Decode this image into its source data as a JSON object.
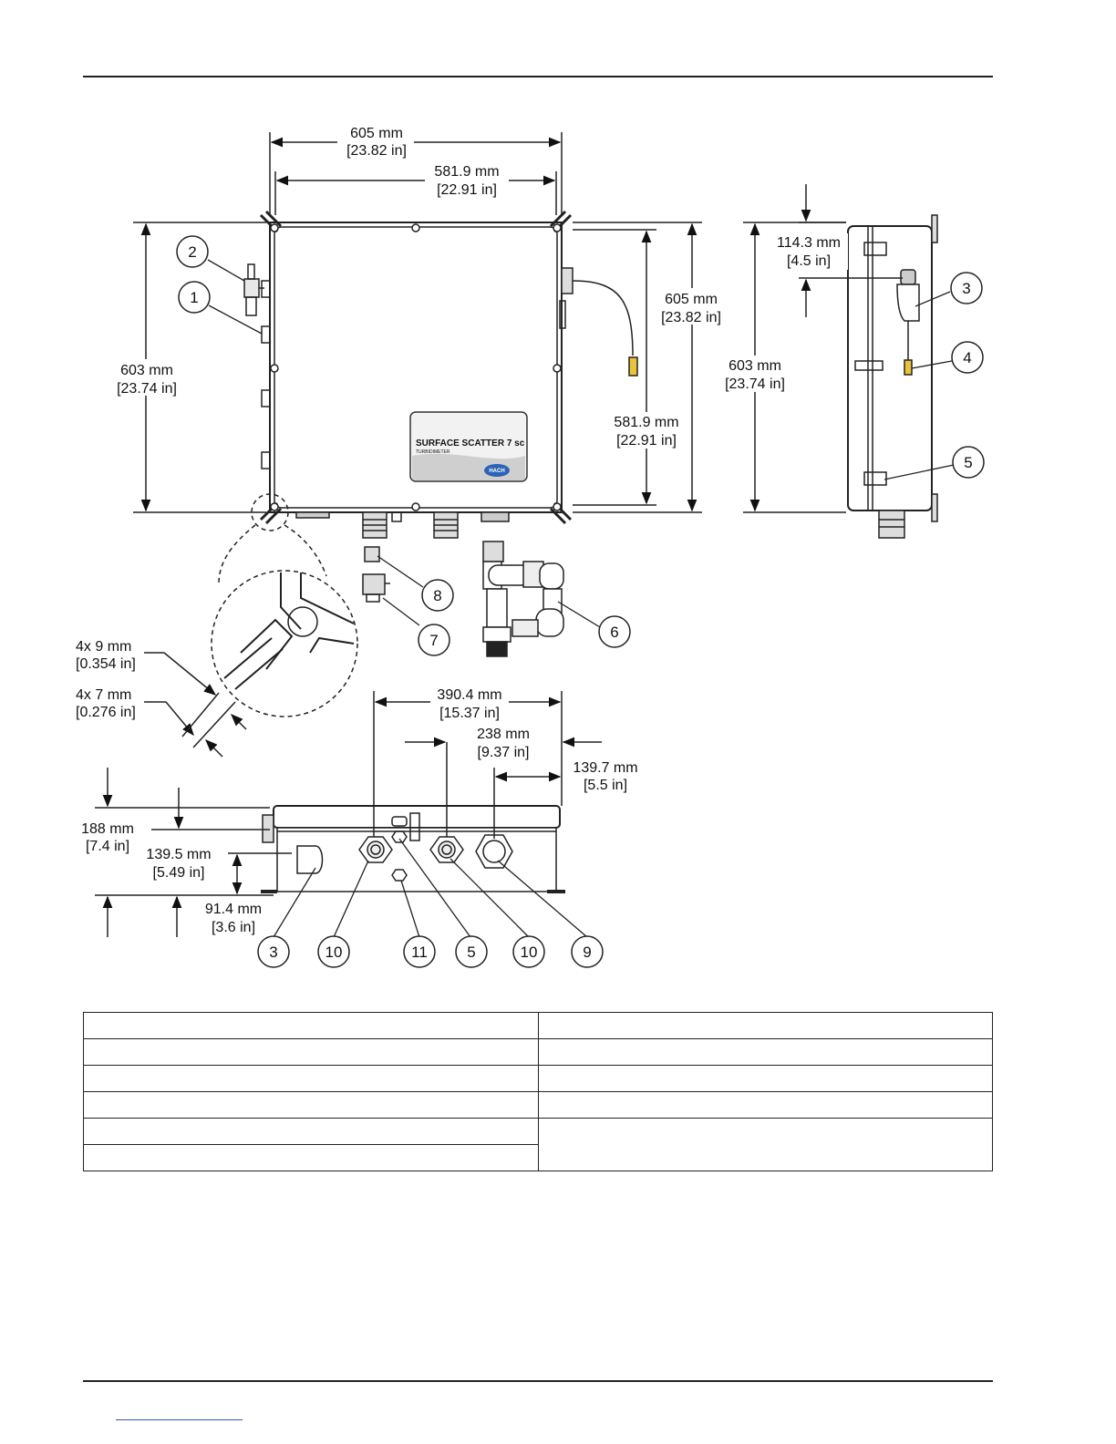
{
  "front_view": {
    "width_outer": {
      "mm": "605 mm",
      "in": "[23.82 in]"
    },
    "width_inner": {
      "mm": "581.9 mm",
      "in": "[22.91 in]"
    },
    "height_left": {
      "mm": "603 mm",
      "in": "[23.74 in]"
    },
    "height_right_outer": {
      "mm": "605 mm",
      "in": "[23.82 in]"
    },
    "height_right_inner": {
      "mm": "581.9 mm",
      "in": "[22.91 in]"
    },
    "nameplate": {
      "title": "SURFACE SCATTER 7 sc",
      "subtitle": "TURBIDIMETER",
      "logo": "HACH"
    }
  },
  "side_view": {
    "top_offset": {
      "mm": "114.3 mm",
      "in": "[4.5 in]"
    },
    "height": {
      "mm": "603 mm",
      "in": "[23.74 in]"
    }
  },
  "detail_view": {
    "hole_outer": {
      "mm": "4x 9 mm",
      "in": "[0.354 in]"
    },
    "hole_inner": {
      "mm": "4x 7 mm",
      "in": "[0.276 in]"
    }
  },
  "bottom_view": {
    "span_390": {
      "mm": "390.4 mm",
      "in": "[15.37 in]"
    },
    "span_238": {
      "mm": "238 mm",
      "in": "[9.37 in]"
    },
    "span_139_7": {
      "mm": "139.7 mm",
      "in": "[5.5 in]"
    },
    "height_188": {
      "mm": "188 mm",
      "in": "[7.4 in]"
    },
    "height_139_5": {
      "mm": "139.5 mm",
      "in": "[5.49 in]"
    },
    "height_91_4": {
      "mm": "91.4 mm",
      "in": "[3.6 in]"
    }
  },
  "callouts": {
    "c1": "1",
    "c2": "2",
    "c3": "3",
    "c4": "4",
    "c5": "5",
    "c6": "6",
    "c7": "7",
    "c8": "8",
    "c9": "9",
    "c10": "10",
    "c11": "11"
  },
  "legend_table": {
    "rows": [
      [
        "",
        ""
      ],
      [
        "",
        ""
      ],
      [
        "",
        ""
      ],
      [
        "",
        ""
      ],
      [
        "",
        ""
      ],
      [
        ""
      ]
    ]
  }
}
